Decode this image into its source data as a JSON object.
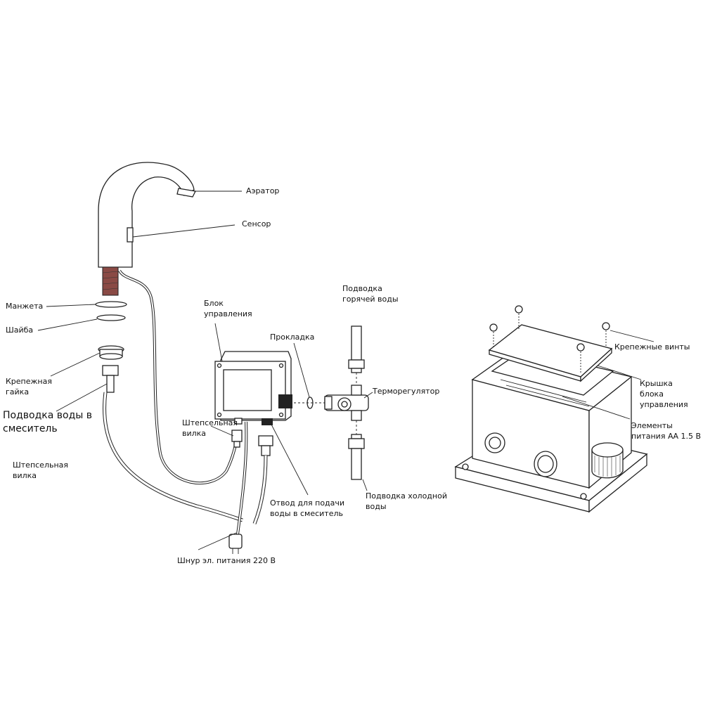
{
  "diagram": {
    "labels": {
      "aerator": "Аэратор",
      "sensor": "Сенсор",
      "cuff": "Манжета",
      "washer": "Шайба",
      "fixing_nut_1": "Крепежная",
      "fixing_nut_2": "гайка",
      "mixer_supply_1": "Подводка воды в",
      "mixer_supply_2": "смеситель",
      "plug_left_1": "Штепсельная",
      "plug_left_2": "вилка",
      "control_unit_1": "Блок",
      "control_unit_2": "управления",
      "gasket": "Прокладка",
      "hot_supply_1": "Подводка",
      "hot_supply_2": "горячей воды",
      "thermoregulator": "Терморегулятор",
      "plug_mid_1": "Штепсельная",
      "plug_mid_2": "вилка",
      "outlet_1": "Отвод для подачи",
      "outlet_2": "воды в смеситель",
      "cold_supply_1": "Подводка холодной",
      "cold_supply_2": "воды",
      "power_cord": "Шнур эл. питания 220 В",
      "screws": "Крепежные винты",
      "lid_1": "Крышка",
      "lid_2": "блока",
      "lid_3": "управления",
      "batteries_1": "Элементы",
      "batteries_2": "питания АА 1.5 В"
    }
  }
}
